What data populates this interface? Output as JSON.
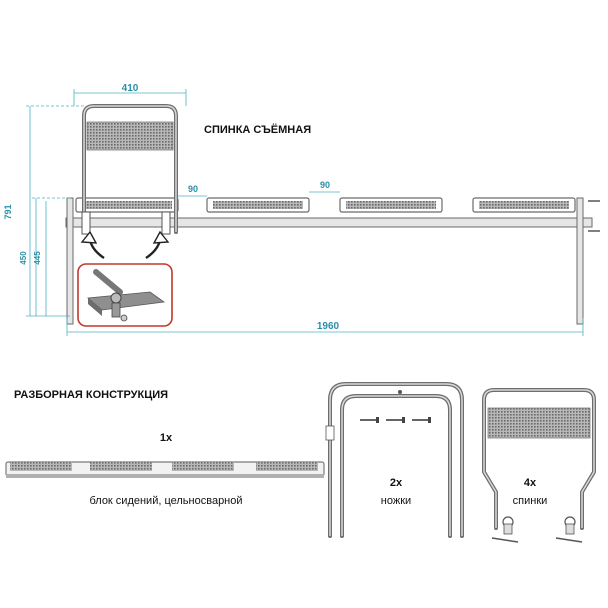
{
  "labels": {
    "removable_back": "СПИНКА СЪЁМНАЯ",
    "collapsible": "РАЗБОРНАЯ КОНСТРУКЦИЯ",
    "seat_block_count": "1x",
    "seat_block_desc": "блок сидений, цельносварной",
    "legs_count": "2x",
    "legs_desc": "ножки",
    "backs_count": "4x",
    "backs_desc": "спинки"
  },
  "dimensions": {
    "back_width": "410",
    "gap_1": "90",
    "gap_2": "90",
    "total_height": "791",
    "seat_height_1": "450",
    "seat_height_2": "445",
    "total_length": "1960"
  },
  "colors": {
    "frame": "#6d6d6d",
    "mesh": "#8a8a8a",
    "dimension": "#2a8fa6",
    "callout_border": "#c0392b"
  }
}
